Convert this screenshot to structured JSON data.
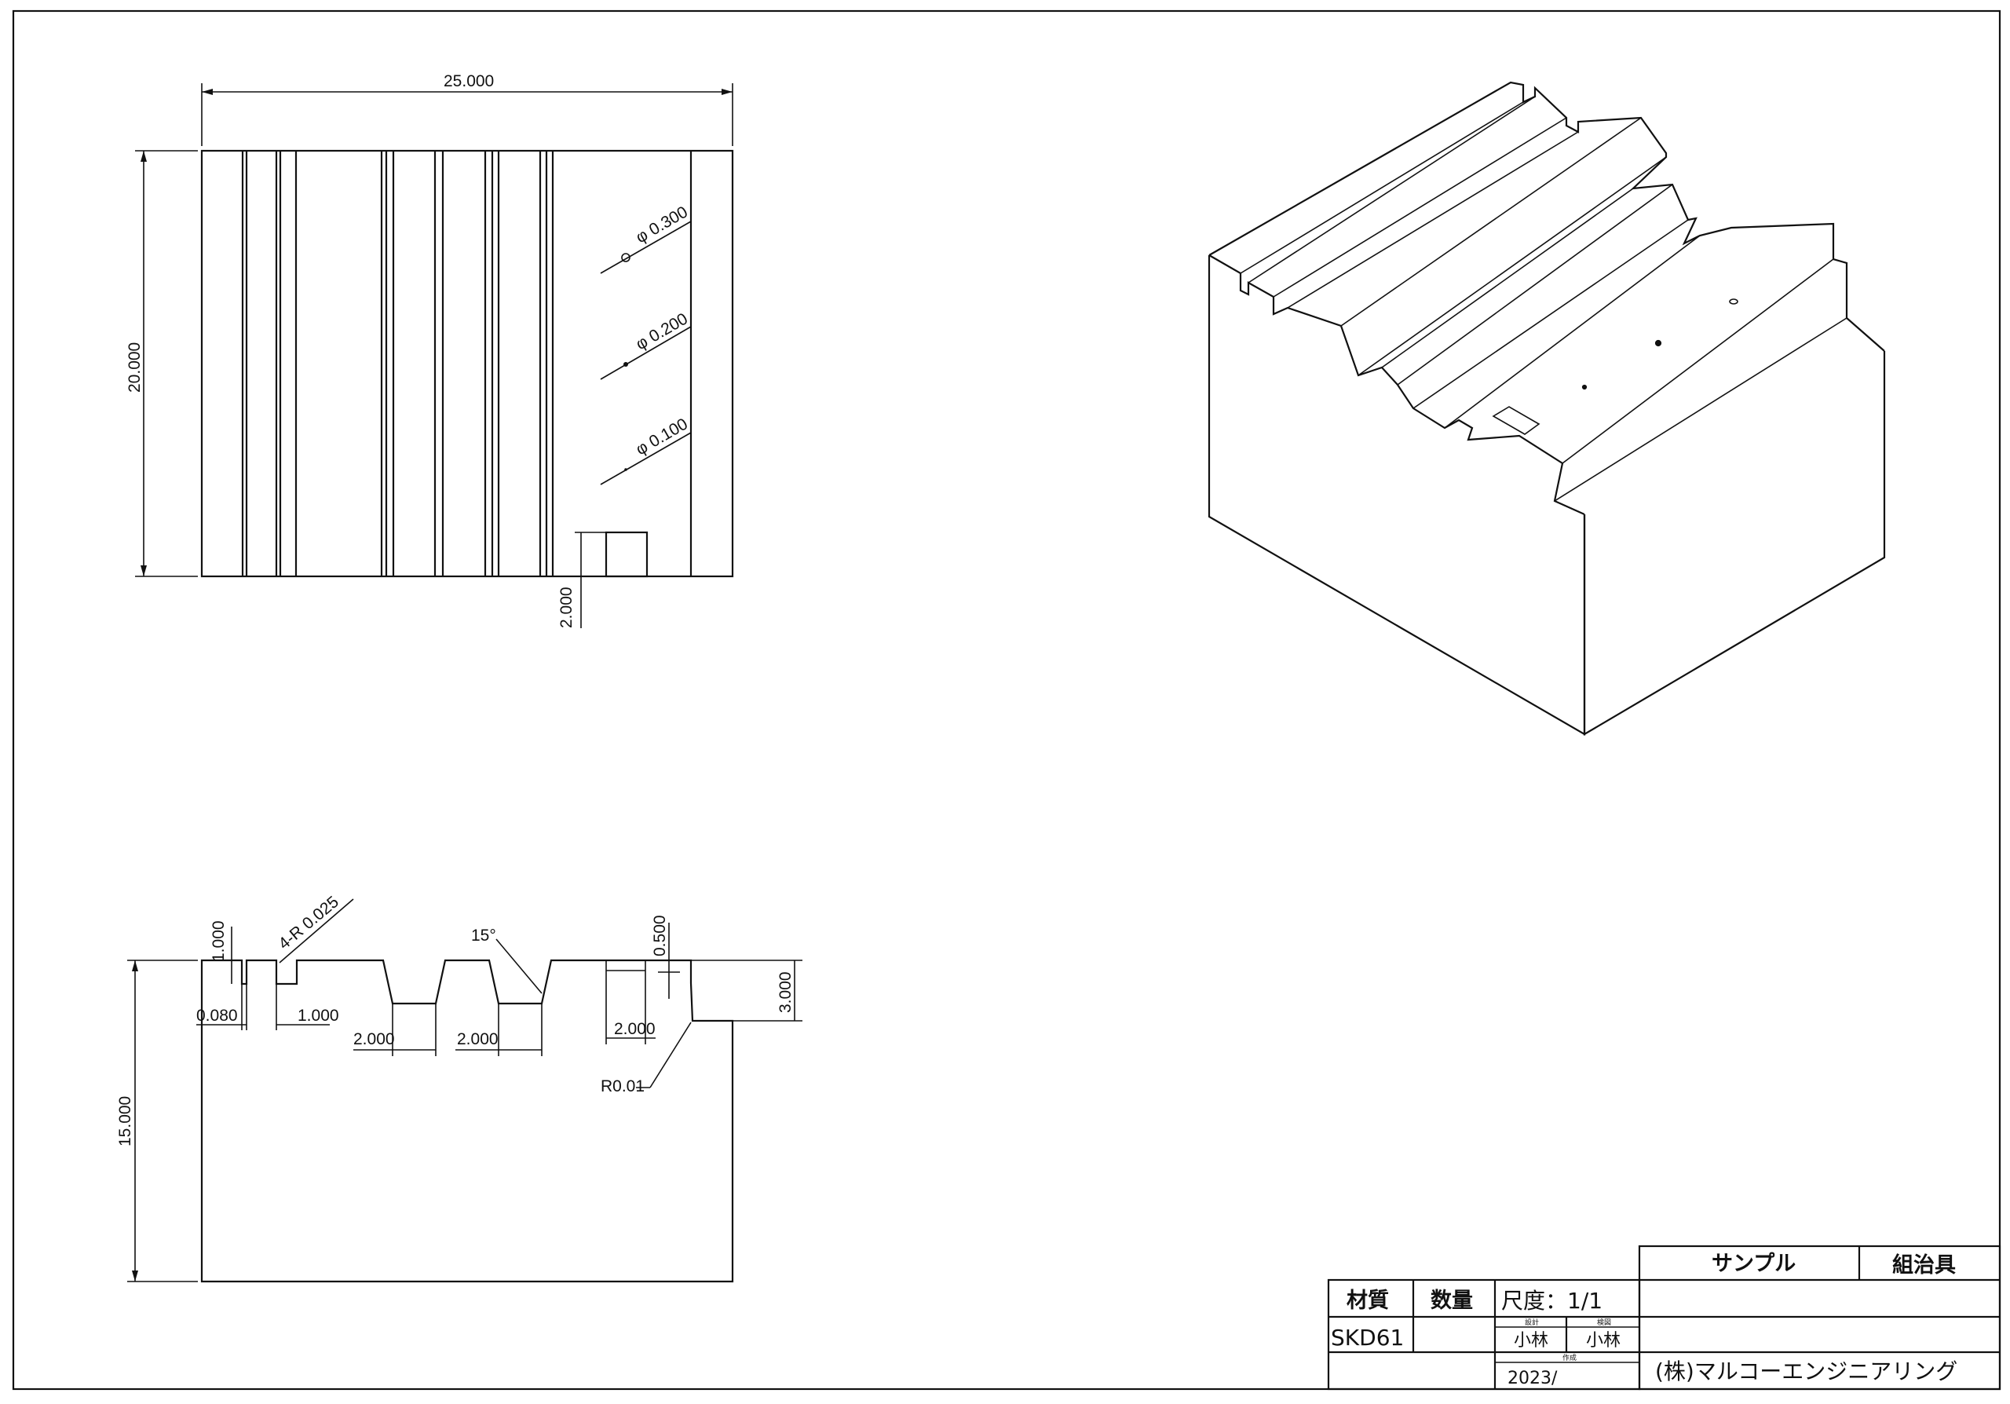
{
  "top_view": {
    "width": "25.000",
    "height": "20.000",
    "hole_large": "φ 0.300",
    "hole_mid": "φ 0.200",
    "hole_small": "φ 0.100",
    "pocket": "2.000"
  },
  "front_view": {
    "depth_1": "1.000",
    "fillet": "4-R 0.025",
    "angle": "15°",
    "small_depth": "0.500",
    "step_height": "3.000",
    "offset": "0.080",
    "slot_width": "1.000",
    "v_bottom_1": "2.000",
    "v_bottom_2": "2.000",
    "pocket_width": "2.000",
    "corner_radius": "R0.01",
    "total_height": "15.000"
  },
  "title_block": {
    "product_name": "サンプル",
    "category": "組治具",
    "material_label": "材質",
    "quantity_label": "数量",
    "scale_label": "尺度：1/1",
    "material": "SKD61",
    "quantity": "",
    "designer_caption": "設計",
    "checker_caption": "検図",
    "designer": "小林",
    "checker": "小林",
    "date_caption": "作成",
    "date": "2023/",
    "company": "(株)マルコーエンジニアリング"
  }
}
